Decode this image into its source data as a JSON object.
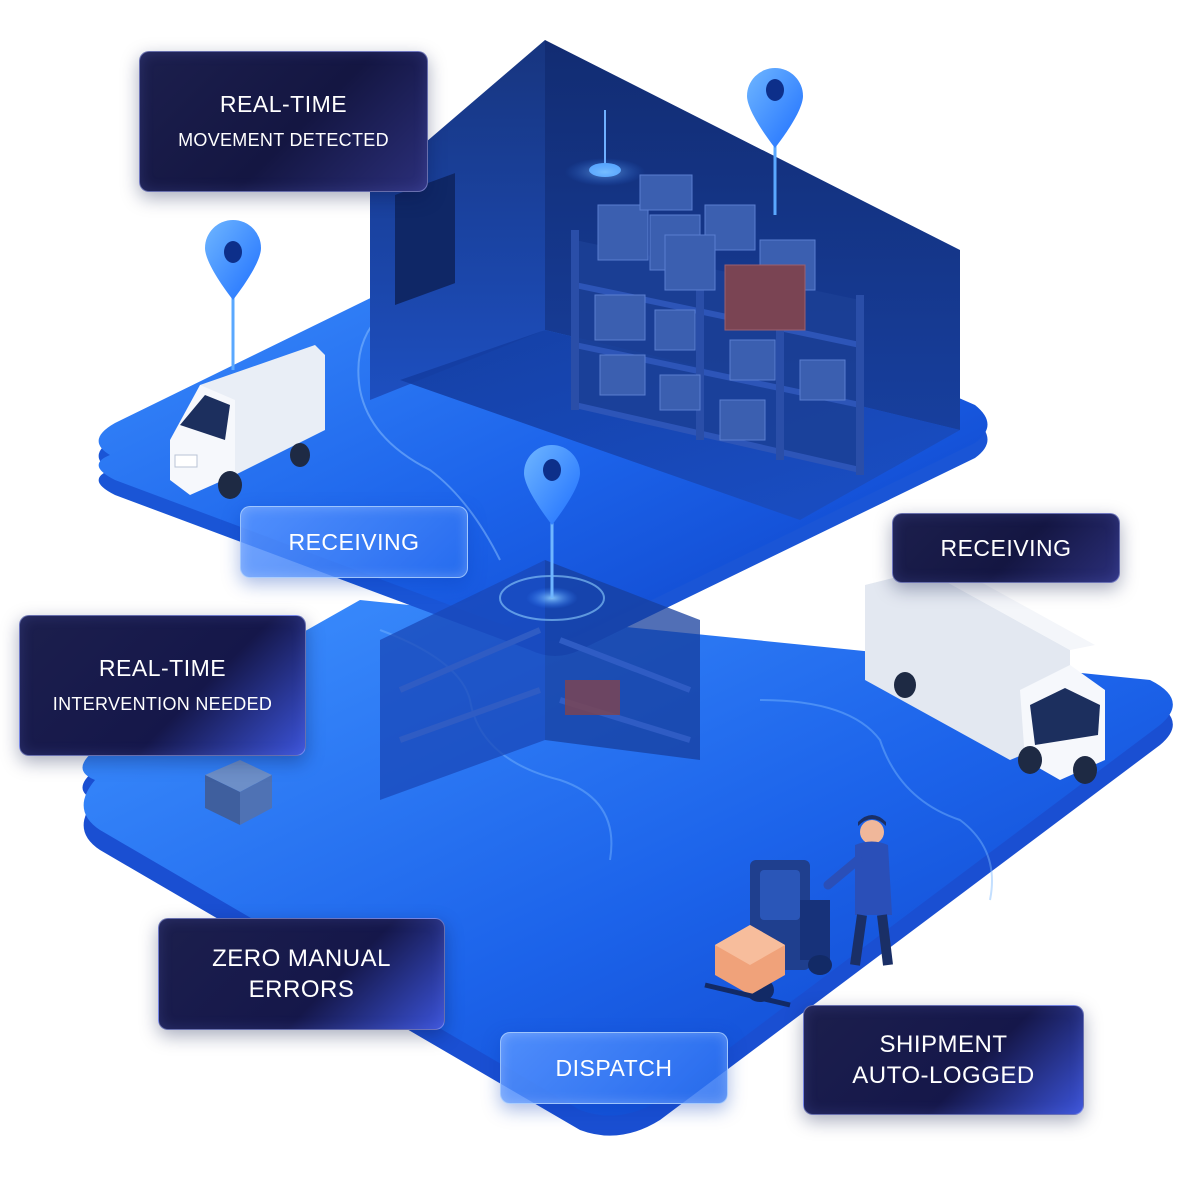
{
  "labels": {
    "movement": {
      "title": "REAL-TIME",
      "subtitle": "MOVEMENT DETECTED"
    },
    "receiving_left": {
      "text": "RECEIVING"
    },
    "receiving_right": {
      "text": "RECEIVING"
    },
    "intervention": {
      "title": "REAL-TIME",
      "subtitle": "INTERVENTION NEEDED"
    },
    "zero_errors": {
      "line1": "ZERO MANUAL",
      "line2": "ERRORS"
    },
    "dispatch": {
      "text": "DISPATCH"
    },
    "shipment": {
      "line1": "SHIPMENT",
      "line2": "AUTO-LOGGED"
    }
  },
  "colors": {
    "platform_top": "#1f6cf0",
    "platform_deep": "#0b3fbf",
    "wall": "#173c9a",
    "wall_dark": "#0f2a78",
    "box": "#3b5fb0",
    "box_highlight": "#7a4453",
    "pin": "#3a8dff",
    "van": "#e9eef6",
    "parcel": "#f0a27a"
  },
  "icons": [
    "location-pin-icon",
    "location-pin-icon",
    "location-pin-icon",
    "delivery-van-icon",
    "box-truck-icon",
    "worker-forklift-icon",
    "parcel-box-icon"
  ]
}
